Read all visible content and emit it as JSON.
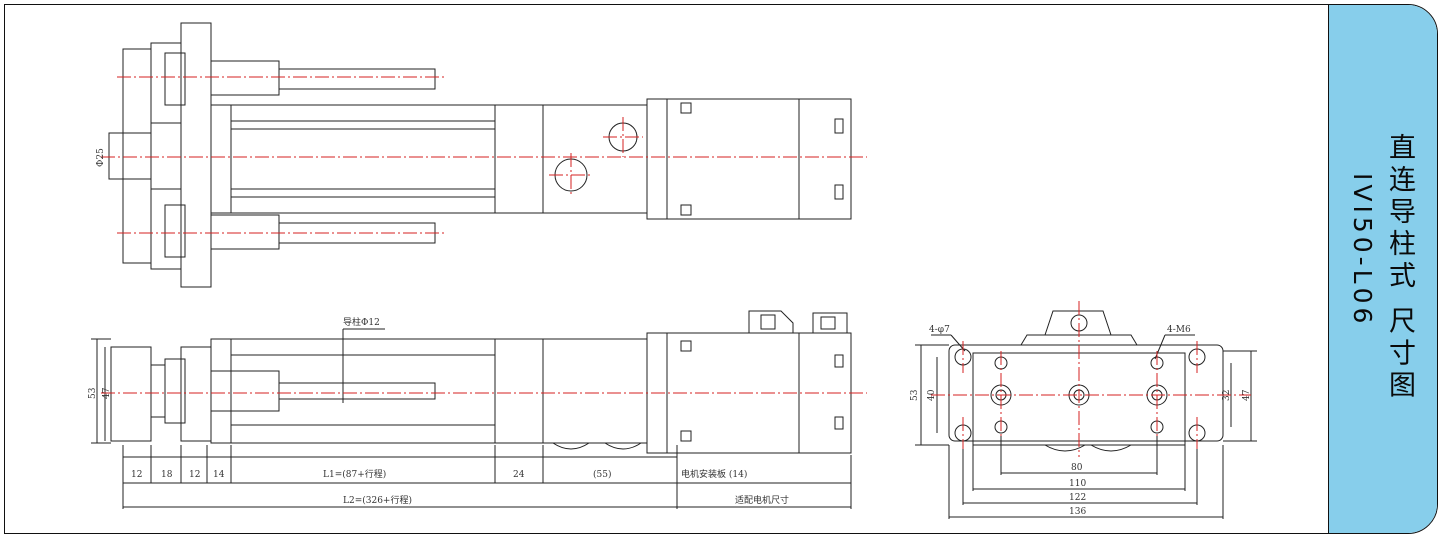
{
  "title_cn": "直连导柱式 尺寸图",
  "model": "IVI50-L06",
  "colors": {
    "panel": "#87ceeb",
    "centerline": "#d42020",
    "line": "#222222"
  },
  "top_view": {
    "diameter_label": "Φ25"
  },
  "side_view": {
    "guide_label": "导柱Φ12",
    "dim_53": "53",
    "dim_47": "47",
    "segments": [
      "12",
      "18",
      "12",
      "14",
      "L1=(87+行程)",
      "24",
      "(55)",
      "电机安装板 (14)"
    ],
    "total": "L2=(326+行程)",
    "motor": "适配电机尺寸"
  },
  "end_view": {
    "hole_label": "4-φ7",
    "thread_label": "4-M6",
    "dims_left": [
      "53",
      "40"
    ],
    "dims_right": [
      "32",
      "47"
    ],
    "dims_bottom": [
      "80",
      "110",
      "122",
      "136"
    ]
  }
}
